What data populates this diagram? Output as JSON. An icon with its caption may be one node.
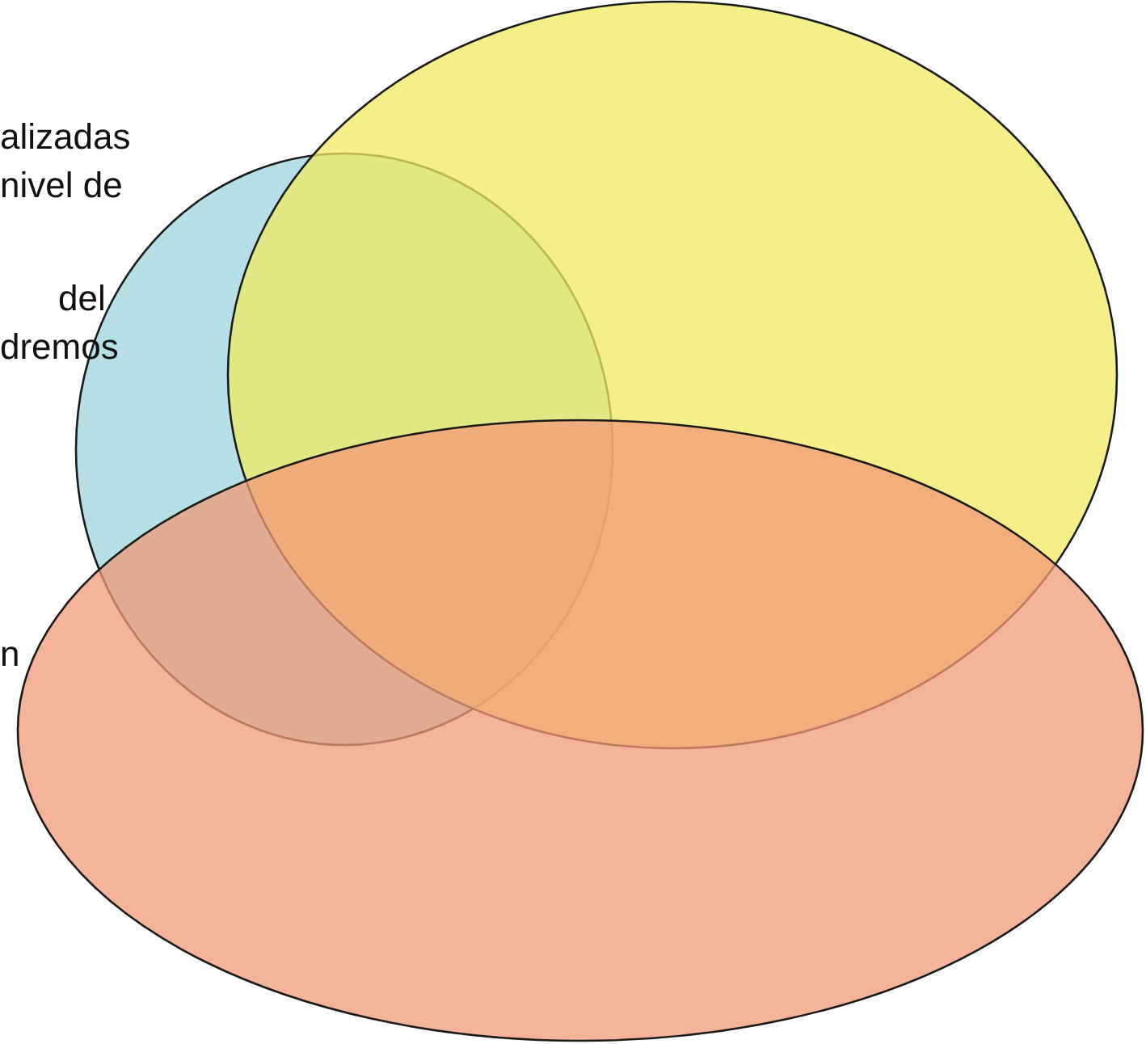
{
  "diagram": {
    "nodes": [
      {
        "text": [],
        "shape": "ellipse"
      },
      {
        "text": [],
        "shape": "ellipse"
      },
      {
        "text": [],
        "shape": "ellipse"
      }
    ],
    "labels": [
      "alizadas",
      "nivel de",
      "del",
      "dremos",
      "n"
    ]
  }
}
